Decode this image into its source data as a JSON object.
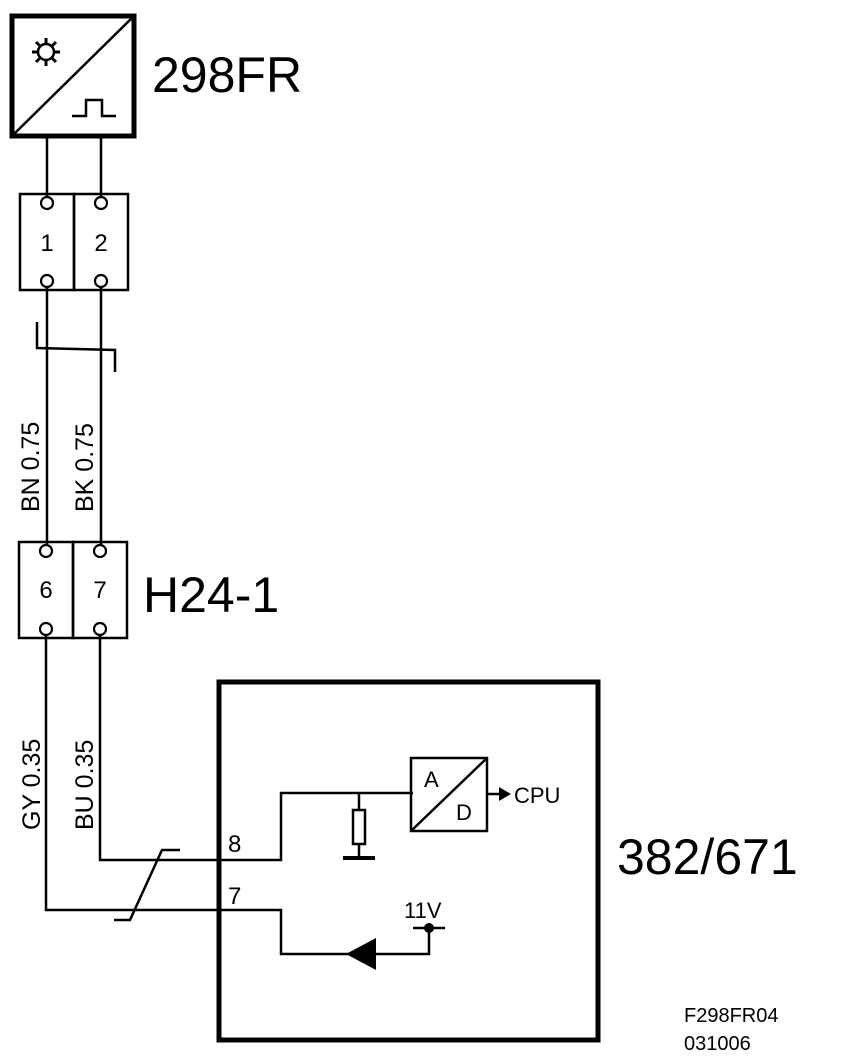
{
  "sensor": {
    "id": "298FR"
  },
  "connector_top": {
    "pins": [
      "1",
      "2"
    ]
  },
  "wires_upper": {
    "left": "BN 0.75",
    "right": "BK 0.75"
  },
  "connector_mid": {
    "id": "H24-1",
    "pins": [
      "6",
      "7"
    ]
  },
  "wires_lower": {
    "left": "GY 0.35",
    "right": "BU 0.35"
  },
  "ecu": {
    "id": "382/671",
    "pin_upper": "8",
    "pin_lower": "7",
    "adc_a": "A",
    "adc_d": "D",
    "cpu_label": "CPU",
    "voltage": "11V"
  },
  "footer": {
    "code": "F298FR04",
    "date": "031006"
  }
}
